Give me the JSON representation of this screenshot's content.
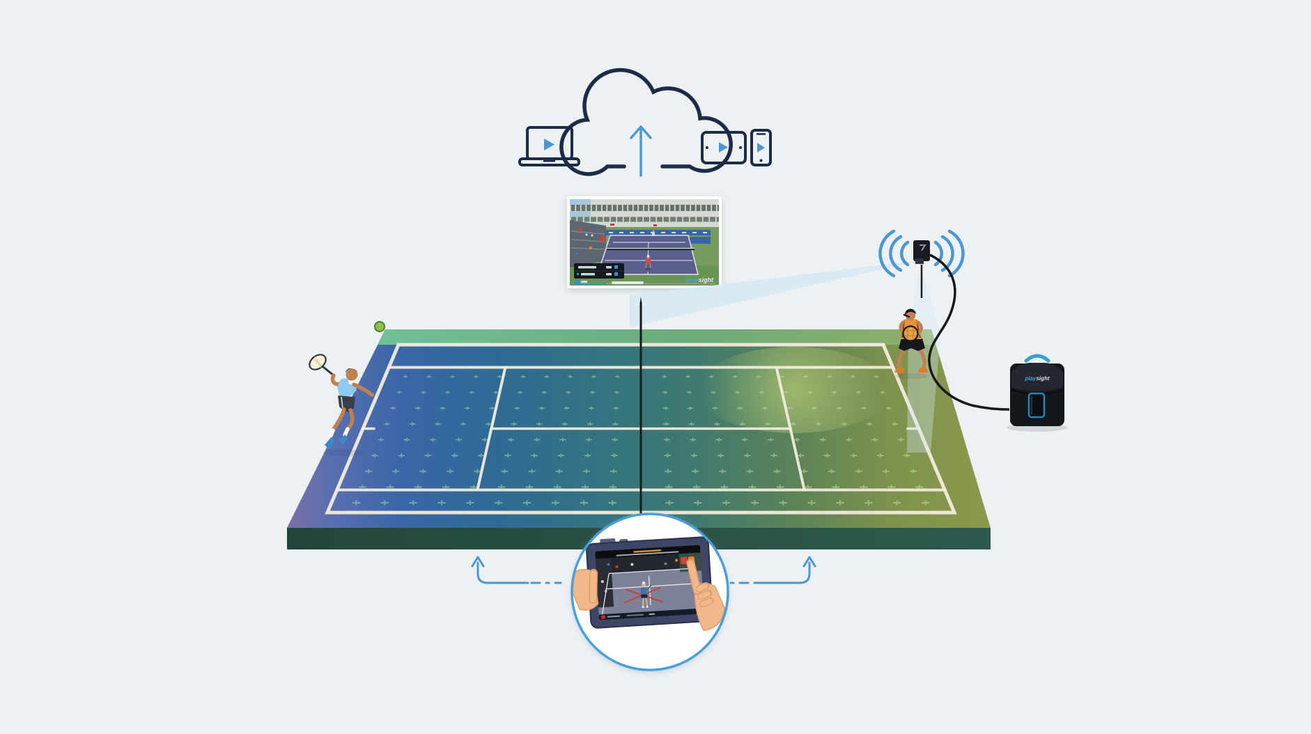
{
  "colors": {
    "background": "#edf1f3",
    "accent_blue": "#4a97d4",
    "outline_navy": "#1c2b47",
    "fov_cone_blue": "#d7e9f5",
    "court_left_blue": "#3a66a8",
    "court_center_teal": "#35747f",
    "court_right_olive": "#8a9a4b",
    "court_side_band": "#27493c",
    "court_line_cream": "#f2ecdc",
    "ball_green": "#8bc34a",
    "bag_black": "#15181d"
  },
  "cloud_upload": {
    "icons": [
      "laptop-play-icon",
      "cloud-upload-icon",
      "upload-arrow-icon",
      "tablet-play-icon",
      "phone-play-icon"
    ]
  },
  "video_preview": {
    "watermark": {
      "play": "play",
      "sight": "sight"
    },
    "icons": [
      "scoreboard-overlay",
      "progress-bar"
    ]
  },
  "camera_unit": {
    "icons": [
      "smart-camera-icon",
      "wifi-signal-icon",
      "camera-pole",
      "camera-cable",
      "fov-cone"
    ]
  },
  "bag": {
    "logo": {
      "play": "play",
      "sight": "sight"
    },
    "icons": [
      "bag-handle",
      "bag-front-pocket"
    ]
  },
  "court_scene": {
    "icons": [
      "tennis-court",
      "net-line",
      "player-serving-left",
      "player-ready-right",
      "tennis-ball"
    ]
  },
  "tablet_control": {
    "icons": [
      "tablet-device",
      "holding-hand-icon",
      "touch-finger-icon",
      "flow-arrow-left",
      "flow-arrow-right"
    ]
  }
}
